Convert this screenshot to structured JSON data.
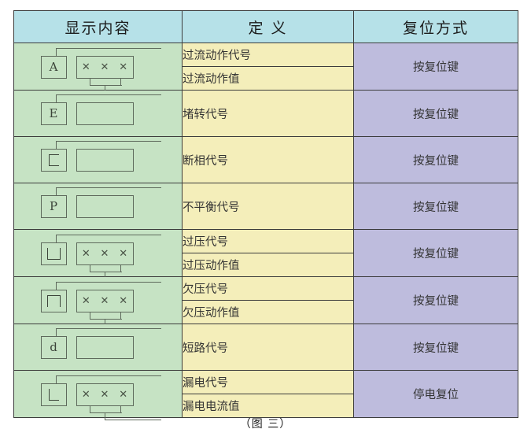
{
  "table": {
    "headers": {
      "display": "显示内容",
      "definition": "定 义",
      "reset": "复位方式"
    },
    "rows": [
      {
        "icon": {
          "code": "A",
          "code_kind": "letter",
          "value_box": "xxx",
          "has_bottom_lead": true
        },
        "definitions": [
          "过流动作代号",
          "过流动作值"
        ],
        "reset": "按复位键"
      },
      {
        "icon": {
          "code": "E",
          "code_kind": "letter",
          "value_box": "empty",
          "has_bottom_lead": false
        },
        "definitions": [
          "堵转代号"
        ],
        "reset": "按复位键"
      },
      {
        "icon": {
          "code": "C",
          "code_kind": "segment-c",
          "value_box": "empty",
          "has_bottom_lead": false
        },
        "definitions": [
          "断相代号"
        ],
        "reset": "按复位键"
      },
      {
        "icon": {
          "code": "P",
          "code_kind": "letter",
          "value_box": "empty",
          "has_bottom_lead": false
        },
        "definitions": [
          "不平衡代号"
        ],
        "reset": "按复位键"
      },
      {
        "icon": {
          "code": "U",
          "code_kind": "segment-u",
          "value_box": "xxx",
          "has_bottom_lead": true
        },
        "definitions": [
          "过压代号",
          "过压动作值"
        ],
        "reset": "按复位键"
      },
      {
        "icon": {
          "code": "n",
          "code_kind": "segment-n",
          "value_box": "xxx",
          "has_bottom_lead": true
        },
        "definitions": [
          "欠压代号",
          "欠压动作值"
        ],
        "reset": "按复位键"
      },
      {
        "icon": {
          "code": "d",
          "code_kind": "letter",
          "value_box": "empty",
          "has_bottom_lead": false
        },
        "definitions": [
          "短路代号"
        ],
        "reset": "按复位键"
      },
      {
        "icon": {
          "code": "L",
          "code_kind": "segment-l",
          "value_box": "xxx",
          "has_bottom_lead": true
        },
        "definitions": [
          "漏电代号",
          "漏电电流值"
        ],
        "reset": "停电复位"
      }
    ],
    "value_digit_mark": "✕"
  },
  "caption": "（图 三）",
  "colors": {
    "header_bg": "#b6e1e8",
    "display_bg": "#c6e3c4",
    "definition_bg": "#f4eeba",
    "reset_bg": "#bebcdd",
    "border": "#3c3c3c"
  }
}
